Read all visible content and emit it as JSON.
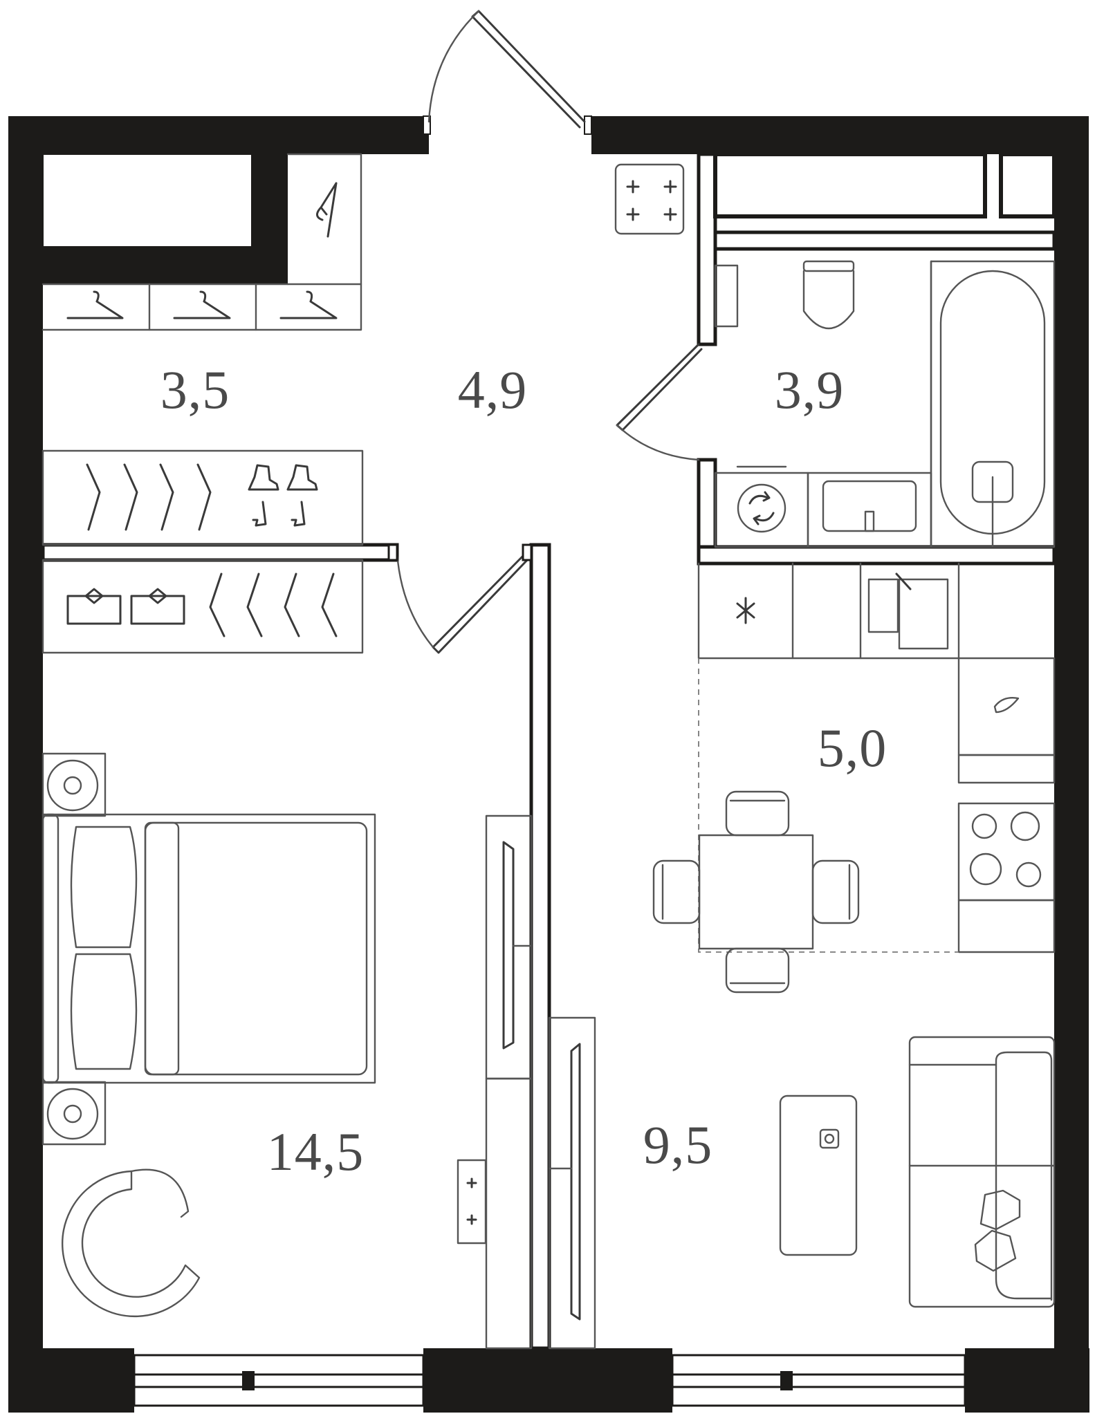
{
  "rooms": [
    {
      "id": "wardrobe",
      "area": "3,5"
    },
    {
      "id": "hallway",
      "area": "4,9"
    },
    {
      "id": "bathroom",
      "area": "3,9"
    },
    {
      "id": "kitchen",
      "area": "5,0"
    },
    {
      "id": "bedroom",
      "area": "14,5"
    },
    {
      "id": "living",
      "area": "9,5"
    }
  ],
  "colors": {
    "wall": "#1c1b19",
    "line": "#3a3a3a",
    "text": "#4a4a4a",
    "background": "#ffffff"
  },
  "icons": [
    "hanger-icon",
    "boot-icon",
    "shirt-icon",
    "electrical-panel-icon",
    "toilet-icon",
    "bathtub-icon",
    "sink-icon",
    "washing-machine-icon",
    "fridge-icon",
    "kitchen-sink-icon",
    "water-drop-icon",
    "stove-icon",
    "dining-table-icon",
    "chair-icon",
    "bed-icon",
    "pillow-icon",
    "nightstand-icon",
    "armchair-icon",
    "tv-icon",
    "sofa-icon",
    "coffee-table-icon",
    "outlet-icon",
    "door-icon",
    "window-icon"
  ]
}
